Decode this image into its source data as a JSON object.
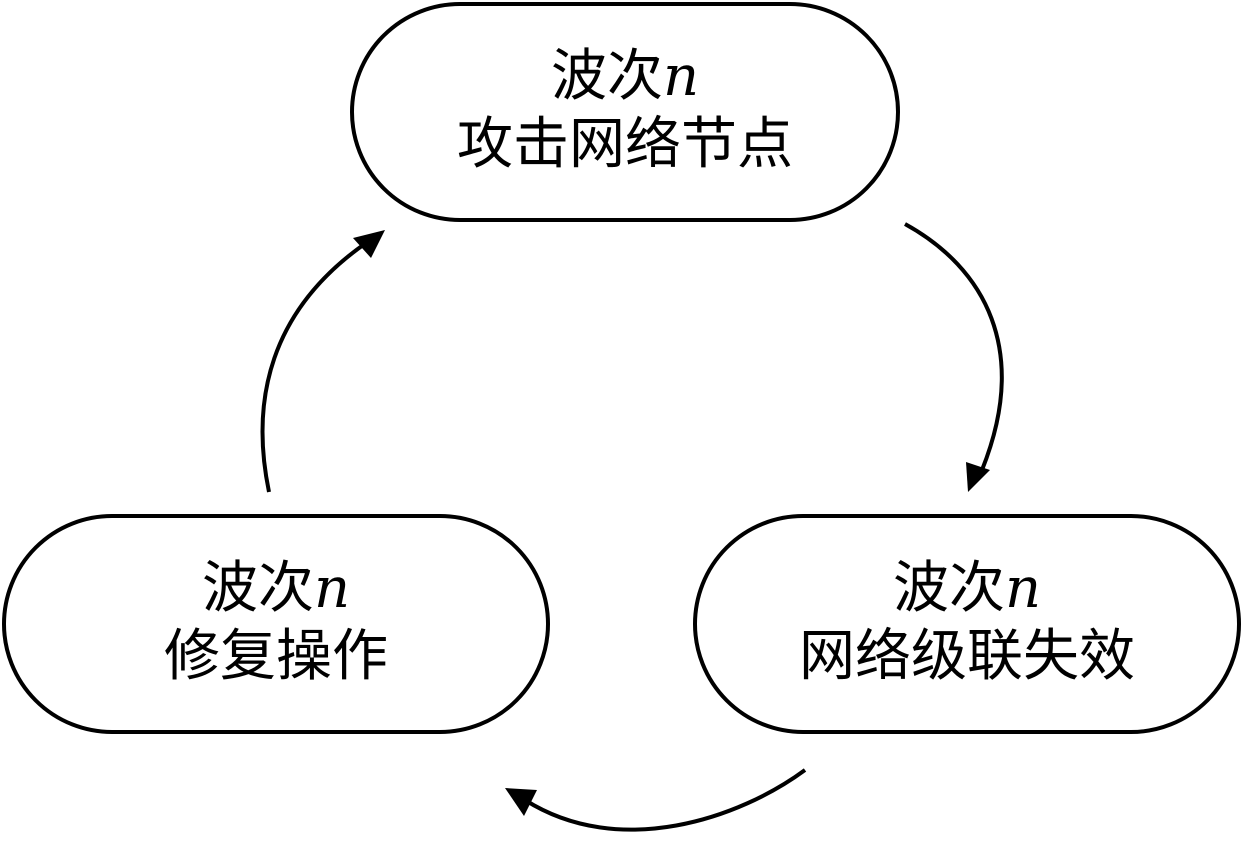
{
  "nodes": {
    "top": {
      "prefix": "波次",
      "var": "n",
      "label": "攻击网络节点"
    },
    "right": {
      "prefix": "波次",
      "var": "n",
      "label": "网络级联失效"
    },
    "left": {
      "prefix": "波次",
      "var": "n",
      "label": "修复操作"
    }
  },
  "colors": {
    "stroke": "#000000",
    "fill": "#ffffff"
  }
}
